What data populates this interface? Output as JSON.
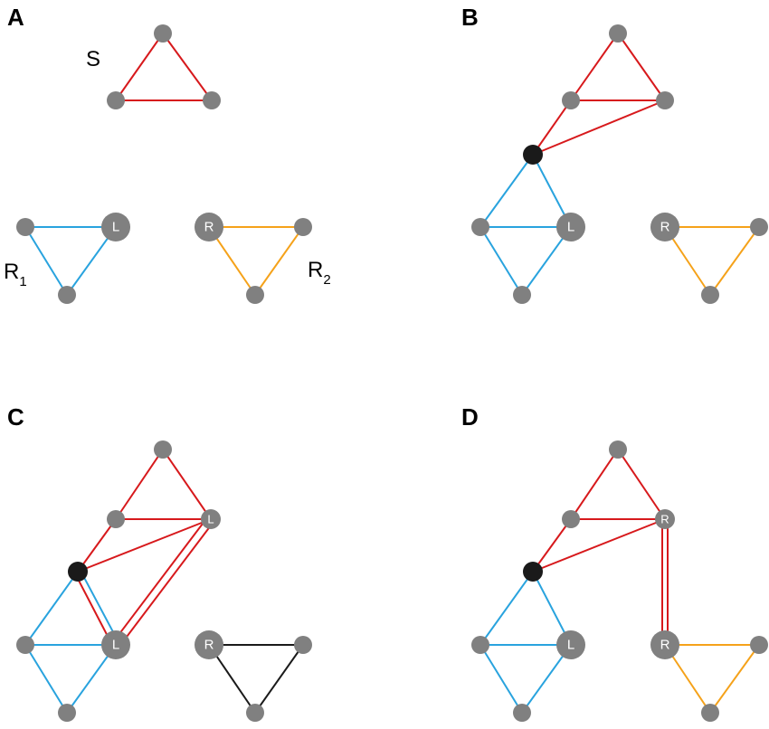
{
  "colors": {
    "node": "#808080",
    "hub": "#1a1a1a",
    "red": "#d7191c",
    "blue": "#29a3de",
    "orange": "#f5a21a",
    "black": "#1a1a1a"
  },
  "panels": {
    "A": {
      "letter": "A",
      "label_s": "S",
      "label_r1_main": "R",
      "label_r1_sub": "1",
      "label_r2_main": "R",
      "label_r2_sub": "2",
      "node_l": "L",
      "node_r": "R"
    },
    "B": {
      "letter": "B",
      "node_l": "L",
      "node_r": "R"
    },
    "C": {
      "letter": "C",
      "node_l_top": "L",
      "node_l": "L",
      "node_r": "R"
    },
    "D": {
      "letter": "D",
      "node_r_top": "R",
      "node_l": "L",
      "node_r": "R"
    }
  }
}
